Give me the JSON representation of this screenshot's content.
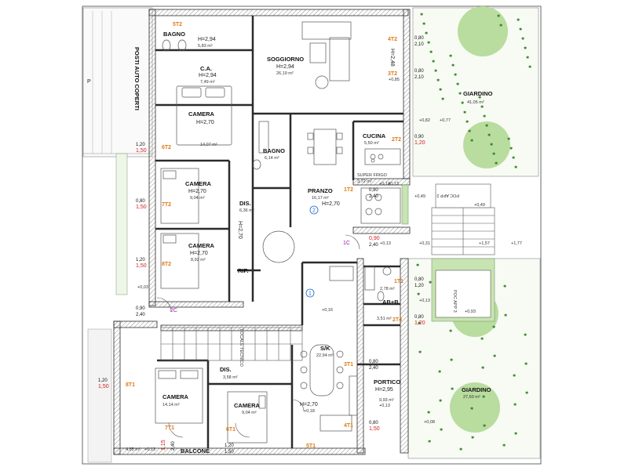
{
  "colors": {
    "wall": "#2b2b2b",
    "hatch": "#9a9a9a",
    "tree": "#b9dc9f",
    "treeDot": "#2f7d1f",
    "orange": "#e07a18",
    "red": "#d42020",
    "blue": "#1a66c8",
    "purple": "#9a1b9a",
    "garden_bg": "#f7fbf4"
  },
  "rooms": {
    "bagno1": {
      "name": "BAGNO",
      "h": "H=2,94",
      "area": "5,83 m²"
    },
    "soggiorno": {
      "name": "SOGGIORNO",
      "h": "H=2,94",
      "area": "26,19 m²"
    },
    "ca": {
      "name": "C.A.",
      "h": "H=2,94",
      "area": "7,49 m²"
    },
    "camera1": {
      "name": "CAMERA",
      "h": "H=2,70",
      "area": "14,07 m²"
    },
    "bagno2": {
      "name": "BAGNO",
      "area": "6,14 m²"
    },
    "cucina": {
      "name": "CUCINA",
      "area": "5,50 m²"
    },
    "camera2": {
      "name": "CAMERA",
      "h": "H=2,70",
      "area": "9,04 m²"
    },
    "dis1": {
      "name": "DIS.",
      "area": "6,36 m²"
    },
    "pranzo": {
      "name": "PRANZO",
      "area": "16,17 m²",
      "h": "H=2,70"
    },
    "camera3": {
      "name": "CAMERA",
      "h": "H=2,70",
      "area": "8,92 m²"
    },
    "rip": {
      "name": "RIP."
    },
    "abb": {
      "name": "AB+B",
      "area": "3,51 m²",
      "area_small": "2,78 m²"
    },
    "sk": {
      "name": "S/K",
      "area": "22,94 m²"
    },
    "dis2": {
      "name": "DIS.",
      "area": "3,58 m²"
    },
    "camera4": {
      "name": "CAMERA",
      "area": "14,14 m²"
    },
    "camera5": {
      "name": "CAMERA",
      "area": "9,04 m²"
    },
    "portico": {
      "name": "PORTICO",
      "h": "H=2,95",
      "area": "9,93 m²"
    },
    "giardino1": {
      "name": "GIARDINO",
      "area": "41,05 m²"
    },
    "giardino2": {
      "name": "GIARDINO",
      "area": "27,60 m²"
    },
    "balcone": {
      "name": "BALCONE"
    },
    "tecnico": {
      "name": "LOCALE TECNICO"
    },
    "posto": {
      "name": "POSTI AUTO COPERTI"
    },
    "super": {
      "name": "SUPER FRIGO",
      "area": "3,72 m²"
    }
  },
  "texts": {
    "p": "P",
    "h270": "H=2,70",
    "h248": "H=2,48",
    "h2702": "H=2,70",
    "lowarea": "4,85 m²",
    "app": "POC APP 2",
    "app3": "POC APP 3"
  },
  "tags": {
    "t5t2": "5T2",
    "t4t2": "4T2",
    "t3t2": "3T2",
    "t6t2": "6T2",
    "t2t2": "2T2",
    "t1t2": "1T2",
    "t7t2": "7T2",
    "t8t2": "8T2",
    "t1t1": "1T1",
    "t2t4": "2T4",
    "t3t1": "3T1",
    "t4t1": "4T1",
    "t5t1": "5T1",
    "t6t1": "6T1",
    "t7t1": "7T1",
    "t8t1": "8T1",
    "c1": "1C",
    "c2": "2C",
    "n1": "1",
    "n2": "2"
  },
  "dims": {
    "d080a": "0,80",
    "d210a": "2,10",
    "d080b": "0,80",
    "d210b": "2,10",
    "d090": "0,90",
    "d120": "1,20",
    "d120l": "1,20",
    "d150l": "1,50",
    "d080l": "0,80",
    "d150l2": "1,50",
    "d120l2": "1,20",
    "d150l3": "1,50",
    "d090l": "0,90",
    "d240l": "2,40",
    "d120l3": "1,20",
    "d150l4": "1,50",
    "d090m": "0,90",
    "d240m": "2,40",
    "d090n": "0,90",
    "d240n": "2,40",
    "d080r": "0,80",
    "d120r": "1,20",
    "d080s": "0,80",
    "d120s": "1,20",
    "d080t": "0,80",
    "d240t": "2,40",
    "d080u": "0,80",
    "d150u": "1,50",
    "d115": "1,15",
    "d240v": "2,40",
    "d120w": "1,20",
    "d150w": "1,50",
    "e013a": "+0,13",
    "e085": "+0,85",
    "e082": "+0,82",
    "e077": "+0,77",
    "e049": "+0,49",
    "e049b": "+0,49",
    "e031": "+0,31",
    "e157": "+1,57",
    "e177": "+1,77",
    "e013b": "+0,13",
    "e013c": "+0,13",
    "e013d": "+0,13",
    "e003": "+0,03",
    "e016": "+0,16",
    "e018": "+0,18",
    "e013e": "+0,13",
    "e008": "+0,08",
    "e013f": "+0,13",
    "e093": "+0,93"
  }
}
